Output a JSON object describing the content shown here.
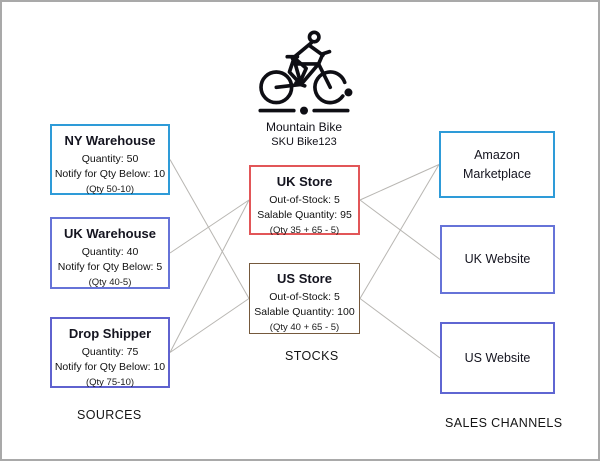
{
  "product": {
    "name": "Mountain Bike",
    "sku": "SKU Bike123"
  },
  "sources": {
    "label": "SOURCES",
    "items": [
      {
        "id": "ny-warehouse",
        "title": "NY Warehouse",
        "line1": "Quantity: 50",
        "line2": "Notify for Qty Below: 10",
        "note": "(Qty 50-10)",
        "border": "#2e9bd8"
      },
      {
        "id": "uk-warehouse",
        "title": "UK Warehouse",
        "line1": "Quantity: 40",
        "line2": "Notify for Qty Below: 5",
        "note": "(Qty 40-5)",
        "border": "#6673d8"
      },
      {
        "id": "drop-shipper",
        "title": "Drop Shipper",
        "line1": "Quantity: 75",
        "line2": "Notify for Qty Below: 10",
        "note": "(Qty 75-10)",
        "border": "#5f62cf"
      }
    ]
  },
  "stocks": {
    "label": "STOCKS",
    "items": [
      {
        "id": "uk-store",
        "title": "UK Store",
        "line1": "Out-of-Stock: 5",
        "line2": "Salable Quantity: 95",
        "note": "(Qty 35 + 65 - 5)",
        "border": "#e25658"
      },
      {
        "id": "us-store",
        "title": "US Store",
        "line1": "Out-of-Stock: 5",
        "line2": "Salable Quantity: 100",
        "note": "(Qty 40 + 65 - 5)",
        "border": "#75593c"
      }
    ]
  },
  "sales_channels": {
    "label": "SALES CHANNELS",
    "items": [
      {
        "id": "amazon-marketplace",
        "title": "Amazon Marketplace",
        "border": "#2e9bd8"
      },
      {
        "id": "uk-website",
        "title": "UK Website",
        "border": "#6673d8"
      },
      {
        "id": "us-website",
        "title": "US Website",
        "border": "#5f66d2"
      }
    ]
  },
  "edges": [
    {
      "from": "ny-warehouse",
      "to": "us-store"
    },
    {
      "from": "uk-warehouse",
      "to": "uk-store"
    },
    {
      "from": "drop-shipper",
      "to": "uk-store"
    },
    {
      "from": "drop-shipper",
      "to": "us-store"
    },
    {
      "from": "uk-store",
      "to": "amazon-marketplace"
    },
    {
      "from": "uk-store",
      "to": "uk-website"
    },
    {
      "from": "us-store",
      "to": "amazon-marketplace"
    },
    {
      "from": "us-store",
      "to": "us-website"
    }
  ],
  "colors": {
    "edge": "#b8b6b2",
    "frame": "#a9a9a9",
    "icon": "#0e0e14"
  }
}
